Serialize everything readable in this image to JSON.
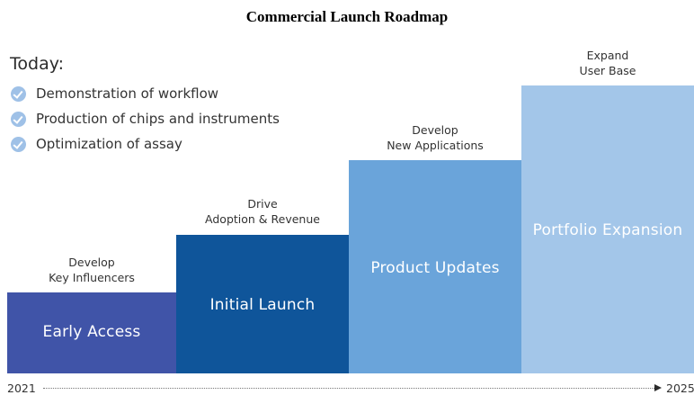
{
  "title": "Commercial Launch Roadmap",
  "today": {
    "heading": "Today:",
    "items": [
      "Demonstration of workflow",
      "Production of chips and instruments",
      "Optimization of assay"
    ]
  },
  "stages": [
    {
      "label": "Early Access",
      "caption_line1": "Develop",
      "caption_line2": "Key Influencers",
      "color": "#4054a8"
    },
    {
      "label": "Initial Launch",
      "caption_line1": "Drive",
      "caption_line2": "Adoption & Revenue",
      "color": "#0f559a"
    },
    {
      "label": "Product Updates",
      "caption_line1": "Develop",
      "caption_line2": "New Applications",
      "color": "#6aa4da"
    },
    {
      "label": "Portfolio Expansion",
      "caption_line1": "Expand",
      "caption_line2": "User Base",
      "color": "#a3c6e9"
    }
  ],
  "timeline": {
    "start": "2021",
    "end": "2025"
  }
}
